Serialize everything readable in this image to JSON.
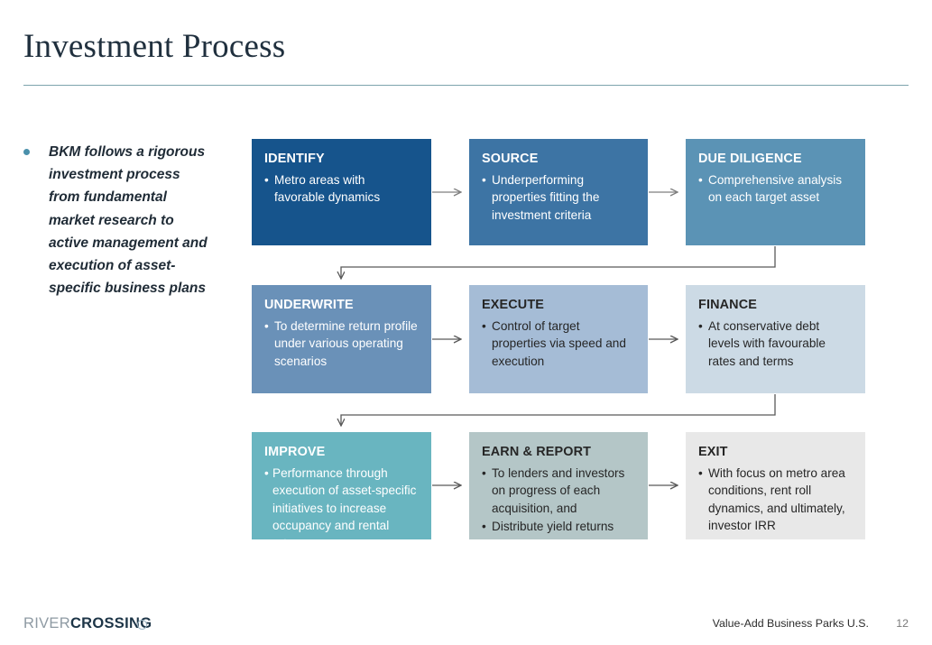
{
  "slide": {
    "title": "Investment Process"
  },
  "left_note": {
    "bullet_icon": "bullet-dot-icon",
    "text": "BKM follows a rigorous investment process from fundamental market research to active management and execution of asset-specific business plans"
  },
  "flow": {
    "steps": [
      {
        "id": "identify",
        "title": "IDENTIFY",
        "bullets": [
          "Metro areas with favorable dynamics"
        ],
        "fill": "#16548c",
        "text_color": "#ffffff",
        "row": 1,
        "col": 1
      },
      {
        "id": "source",
        "title": "SOURCE",
        "bullets": [
          "Underperforming properties fitting the investment criteria"
        ],
        "fill": "#3d74a4",
        "text_color": "#ffffff",
        "row": 1,
        "col": 2
      },
      {
        "id": "due-diligence",
        "title": "DUE DILIGENCE",
        "bullets": [
          "Comprehensive analysis on each target asset"
        ],
        "fill": "#5b93b5",
        "text_color": "#ffffff",
        "row": 1,
        "col": 3
      },
      {
        "id": "underwrite",
        "title": "UNDERWRITE",
        "bullets": [
          "To determine return profile under various operating scenarios"
        ],
        "fill": "#6a91b8",
        "text_color": "#ffffff",
        "row": 2,
        "col": 1
      },
      {
        "id": "execute",
        "title": "EXECUTE",
        "bullets": [
          "Control of target properties via speed and execution"
        ],
        "fill": "#a5bcd6",
        "text_color": "#262626",
        "row": 2,
        "col": 2
      },
      {
        "id": "finance",
        "title": "FINANCE",
        "bullets": [
          "At conservative debt levels with favourable rates and terms"
        ],
        "fill": "#ccdae5",
        "text_color": "#262626",
        "row": 2,
        "col": 3
      },
      {
        "id": "improve",
        "title": "IMPROVE",
        "bullets": [
          "Performance through execution of asset-specific initiatives to increase occupancy and rental rates"
        ],
        "fill": "#69b5c0",
        "text_color": "#ffffff",
        "row": 3,
        "col": 1
      },
      {
        "id": "earn-and-report",
        "title": "EARN & REPORT",
        "bullets": [
          "To lenders and investors on progress of each acquisition, and",
          "Distribute yield returns"
        ],
        "fill": "#b4c6c7",
        "text_color": "#262626",
        "row": 3,
        "col": 2
      },
      {
        "id": "exit",
        "title": "EXIT",
        "bullets": [
          "With focus on metro area conditions, rent roll dynamics, and ultimately, investor IRR"
        ],
        "fill": "#e8e8e8",
        "text_color": "#262626",
        "row": 3,
        "col": 3
      }
    ],
    "connector_color": "#595959"
  },
  "footer": {
    "logo_part1": "RIVER",
    "logo_part2": "CROSSING",
    "label": "Value-Add Business Parks U.S.",
    "page_number": "12"
  },
  "theme": {
    "title_color": "#20303e",
    "rule_color": "#7ea4ad",
    "bullet_accent": "#4a90ab"
  }
}
